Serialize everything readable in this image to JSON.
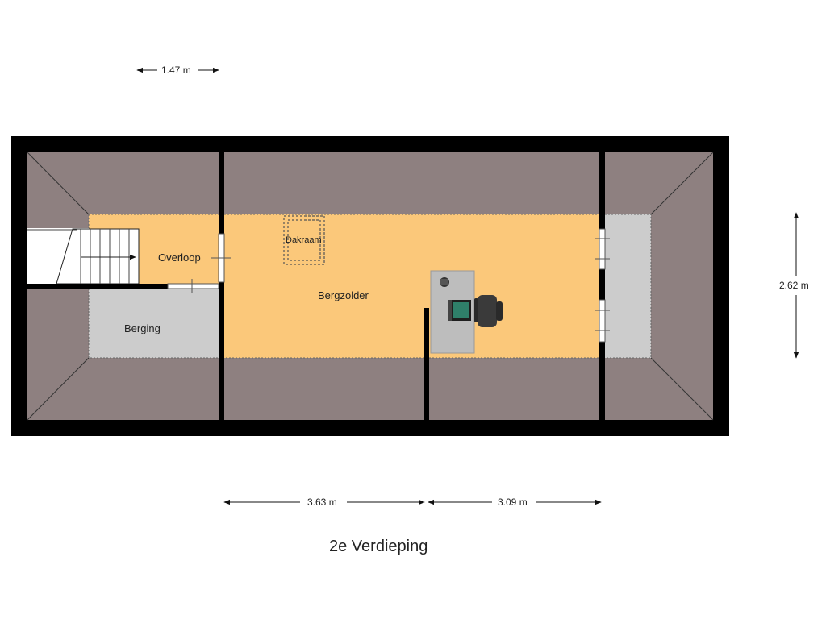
{
  "title": "2e Verdieping",
  "rooms": {
    "overloop": "Overloop",
    "bergzolder": "Bergzolder",
    "berging": "Berging",
    "dakraam": "Dakraam"
  },
  "dimensions": {
    "top": "1.47 m",
    "bottom_left": "3.63 m",
    "bottom_right": "3.09 m",
    "right": "2.62 m"
  },
  "colors": {
    "wall": "#000000",
    "roof_slope": "#8e8080",
    "floor_attic": "#fbc87a",
    "floor_storage": "#cccccc",
    "background": "#ffffff"
  }
}
